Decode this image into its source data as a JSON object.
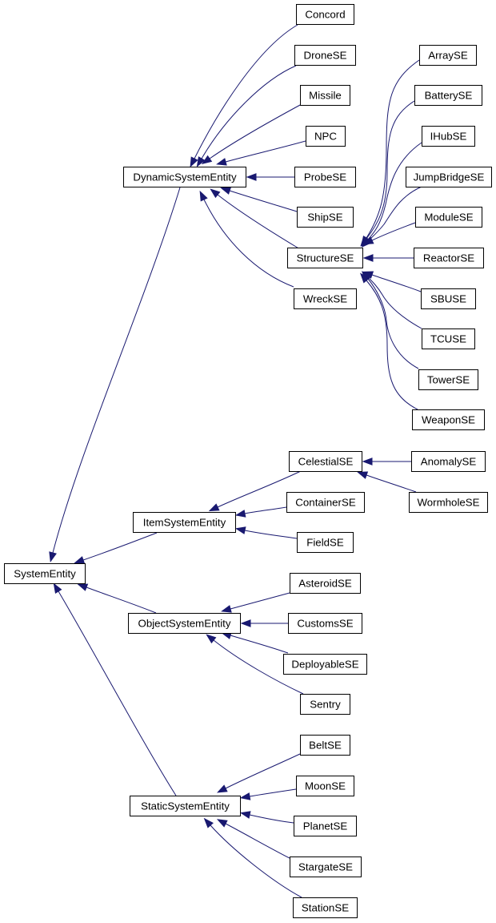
{
  "colors": {
    "edge": "#191970",
    "node_border": "#000000",
    "node_fill": "#ffffff"
  },
  "nodes": {
    "SystemEntity": "SystemEntity",
    "DynamicSystemEntity": "DynamicSystemEntity",
    "ItemSystemEntity": "ItemSystemEntity",
    "ObjectSystemEntity": "ObjectSystemEntity",
    "StaticSystemEntity": "StaticSystemEntity",
    "Concord": "Concord",
    "DroneSE": "DroneSE",
    "Missile": "Missile",
    "NPC": "NPC",
    "ProbeSE": "ProbeSE",
    "ShipSE": "ShipSE",
    "StructureSE": "StructureSE",
    "WreckSE": "WreckSE",
    "ArraySE": "ArraySE",
    "BatterySE": "BatterySE",
    "IHubSE": "IHubSE",
    "JumpBridgeSE": "JumpBridgeSE",
    "ModuleSE": "ModuleSE",
    "ReactorSE": "ReactorSE",
    "SBUSE": "SBUSE",
    "TCUSE": "TCUSE",
    "TowerSE": "TowerSE",
    "WeaponSE": "WeaponSE",
    "CelestialSE": "CelestialSE",
    "ContainerSE": "ContainerSE",
    "FieldSE": "FieldSE",
    "AnomalySE": "AnomalySE",
    "WormholeSE": "WormholeSE",
    "AsteroidSE": "AsteroidSE",
    "CustomsSE": "CustomsSE",
    "DeployableSE": "DeployableSE",
    "Sentry": "Sentry",
    "BeltSE": "BeltSE",
    "MoonSE": "MoonSE",
    "PlanetSE": "PlanetSE",
    "StargateSE": "StargateSE",
    "StationSE": "StationSE"
  },
  "edges": [
    {
      "from": "Concord",
      "to": "DynamicSystemEntity"
    },
    {
      "from": "DroneSE",
      "to": "DynamicSystemEntity"
    },
    {
      "from": "Missile",
      "to": "DynamicSystemEntity"
    },
    {
      "from": "NPC",
      "to": "DynamicSystemEntity"
    },
    {
      "from": "ProbeSE",
      "to": "DynamicSystemEntity"
    },
    {
      "from": "ShipSE",
      "to": "DynamicSystemEntity"
    },
    {
      "from": "StructureSE",
      "to": "DynamicSystemEntity"
    },
    {
      "from": "WreckSE",
      "to": "DynamicSystemEntity"
    },
    {
      "from": "ArraySE",
      "to": "StructureSE"
    },
    {
      "from": "BatterySE",
      "to": "StructureSE"
    },
    {
      "from": "IHubSE",
      "to": "StructureSE"
    },
    {
      "from": "JumpBridgeSE",
      "to": "StructureSE"
    },
    {
      "from": "ModuleSE",
      "to": "StructureSE"
    },
    {
      "from": "ReactorSE",
      "to": "StructureSE"
    },
    {
      "from": "SBUSE",
      "to": "StructureSE"
    },
    {
      "from": "TCUSE",
      "to": "StructureSE"
    },
    {
      "from": "TowerSE",
      "to": "StructureSE"
    },
    {
      "from": "WeaponSE",
      "to": "StructureSE"
    },
    {
      "from": "AnomalySE",
      "to": "CelestialSE"
    },
    {
      "from": "WormholeSE",
      "to": "CelestialSE"
    },
    {
      "from": "CelestialSE",
      "to": "ItemSystemEntity"
    },
    {
      "from": "ContainerSE",
      "to": "ItemSystemEntity"
    },
    {
      "from": "FieldSE",
      "to": "ItemSystemEntity"
    },
    {
      "from": "AsteroidSE",
      "to": "ObjectSystemEntity"
    },
    {
      "from": "CustomsSE",
      "to": "ObjectSystemEntity"
    },
    {
      "from": "DeployableSE",
      "to": "ObjectSystemEntity"
    },
    {
      "from": "Sentry",
      "to": "ObjectSystemEntity"
    },
    {
      "from": "BeltSE",
      "to": "StaticSystemEntity"
    },
    {
      "from": "MoonSE",
      "to": "StaticSystemEntity"
    },
    {
      "from": "PlanetSE",
      "to": "StaticSystemEntity"
    },
    {
      "from": "StargateSE",
      "to": "StaticSystemEntity"
    },
    {
      "from": "StationSE",
      "to": "StaticSystemEntity"
    },
    {
      "from": "DynamicSystemEntity",
      "to": "SystemEntity"
    },
    {
      "from": "ItemSystemEntity",
      "to": "SystemEntity"
    },
    {
      "from": "ObjectSystemEntity",
      "to": "SystemEntity"
    },
    {
      "from": "StaticSystemEntity",
      "to": "SystemEntity"
    }
  ]
}
